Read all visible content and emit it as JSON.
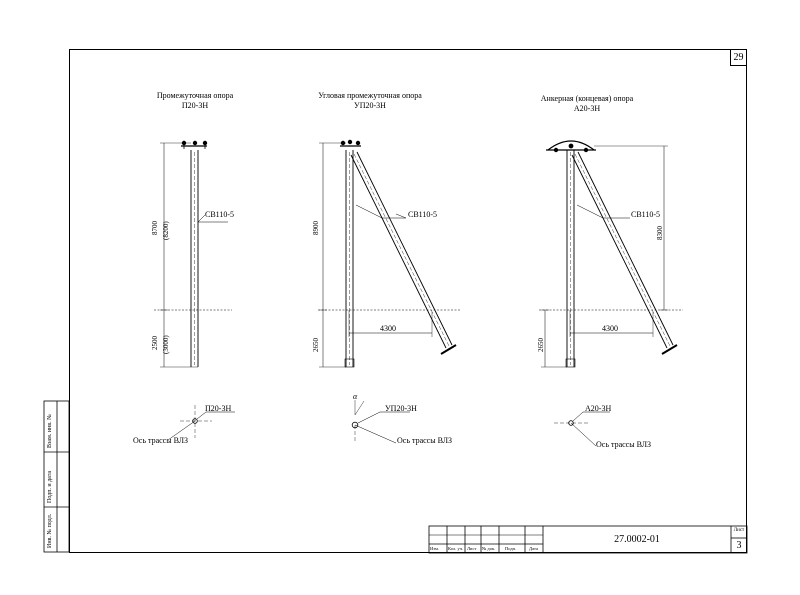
{
  "sheet": {
    "top_page_number": "29",
    "doc_code": "27.0002-01",
    "sheet_label": "Лист",
    "sheet_number": "3",
    "revision_headers": [
      "Изм.",
      "Кол. уч.",
      "Лист",
      "№ док.",
      "Подп.",
      "Дата"
    ]
  },
  "left_stamp": {
    "inv_orig": "Инв. № подл.",
    "sign_date": "Подп. и дата",
    "inv_replace": "Взам. инв. №"
  },
  "supports": [
    {
      "title_line1": "Промежуточная опора",
      "title_line2": "П20-3Н",
      "pole_label": "СВ110-5",
      "height_above": "8700",
      "height_above_alt": "(8200)",
      "height_below": "2500",
      "height_below_alt": "(3000)",
      "plan_label": "П20-3Н",
      "axis_label": "Ось трассы ВЛЗ"
    },
    {
      "title_line1": "Угловая промежуточная опора",
      "title_line2": "УП20-3Н",
      "pole_label": "СВ110-5",
      "height_above": "8900",
      "height_below": "2650",
      "strut_span": "4300",
      "plan_label": "УП20-3Н",
      "angle_symbol": "α",
      "axis_label": "Ось трассы ВЛЗ"
    },
    {
      "title_line1": "Анкерная (концевая) опора",
      "title_line2": "А20-3Н",
      "pole_label": "СВ110-5",
      "height_above": "8300",
      "height_below": "2650",
      "strut_span": "4300",
      "plan_label": "А20-3Н",
      "axis_label": "Ось трассы ВЛЗ"
    }
  ]
}
